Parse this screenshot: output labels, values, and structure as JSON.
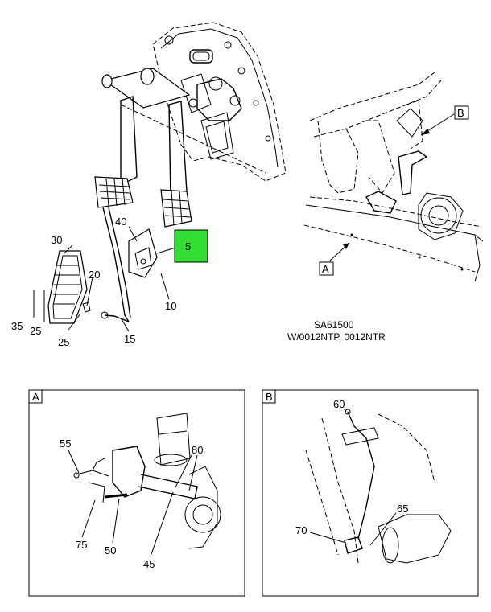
{
  "callouts": {
    "c5": "5",
    "c10": "10",
    "c15": "15",
    "c20": "20",
    "c25a": "25",
    "c25b": "25",
    "c30": "30",
    "c35": "35",
    "c40": "40",
    "c45": "45",
    "c50": "50",
    "c55": "55",
    "c60": "60",
    "c65": "65",
    "c70": "70",
    "c75": "75",
    "c80": "80"
  },
  "view_refs": {
    "ref_a": "A",
    "ref_b": "B",
    "detail_a_tag": "A",
    "detail_b_tag": "B"
  },
  "caption": {
    "line1": "SA61500",
    "line2": "W/0012NTP, 0012NTR"
  },
  "colors": {
    "highlight": "#33dd33"
  }
}
